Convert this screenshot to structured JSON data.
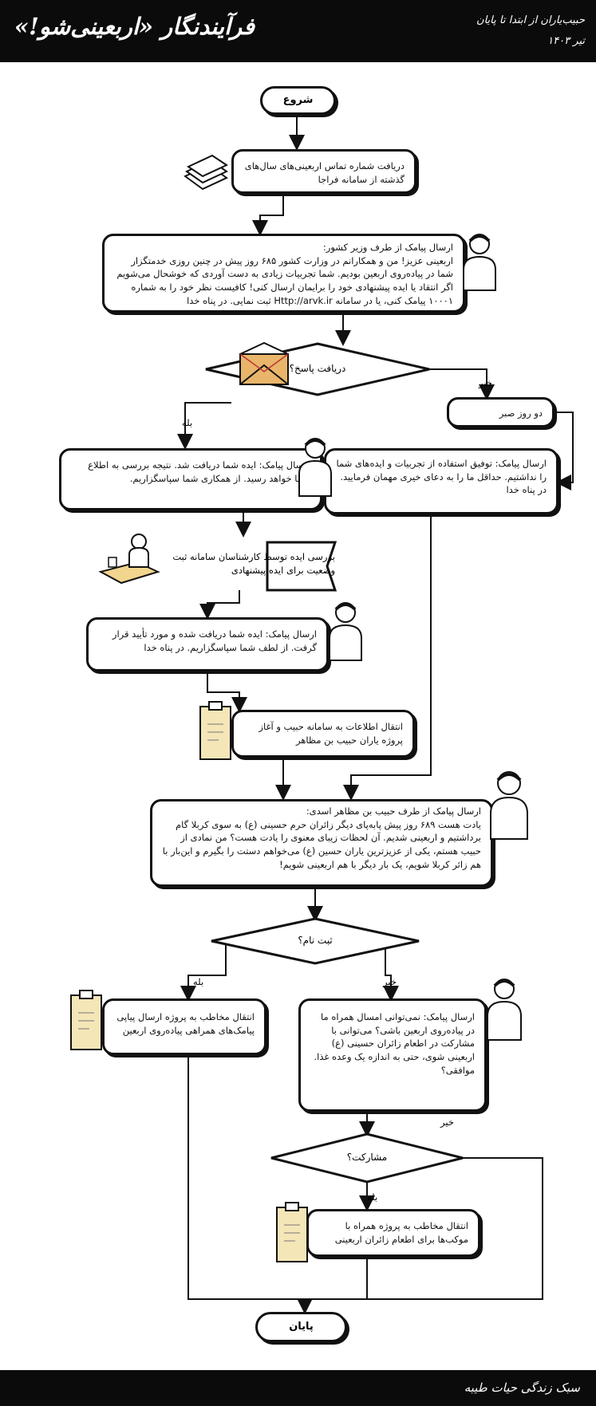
{
  "header": {
    "title": "فرآیندنگار «اربعینی‌شو!»",
    "subtitle": "حبیب‌یاران از ابتدا تا پایان",
    "date": "تیر ۱۴۰۳"
  },
  "footer": {
    "text": "سبک زندگی حیات طیبه"
  },
  "flow": {
    "start": "شروع",
    "step_fetch": "دریافت شماره تماس اربعینی‌های سال‌های گذشته از سامانه فراجا",
    "sms_minister_title": "ارسال پیامک از طرف وزیر کشور:",
    "sms_minister_body": "اربعینی عزیز! من و همکارانم در وزارت کشور ۶۸۵ روز پیش در چنین روزی خدمتگزار شما در پیاده‌روی اربعین بودیم. شما تجربیات زیادی به دست آوردی که خوشحال می‌شویم اگر انتقاد یا ایده پیشنهادی خود را برایمان ارسال کنی! کافیست نظر خود را به شماره ۱۰۰۰۱ پیامک کنی، یا در سامانه Http://arvk.ir ثبت نمایی. در پناه خدا",
    "decision_reply": "دریافت پاسخ؟",
    "label_yes_1": "بله",
    "label_no_1": "خیر",
    "wait": "دو روز صبر",
    "sms_received": "ارسال پیامک: ایده شما دریافت شد. نتیجه بررسی به اطلاع شما خواهد رسید. از همکاری شما سپاسگزاریم.",
    "sms_noidea": "ارسال پیامک: توفیق استفاده از تجربیات و ایده‌های شما را نداشتیم. حداقل ما را به دعای خیری مهمان فرمایید. در پناه خدا",
    "review": "بررسی ایده توسط کارشناسان سامانه ثبت وضعیت برای ایده پیشنهادی",
    "sms_approved": "ارسال پیامک: ایده شما دریافت شده و مورد تأیید قرار گرفت. از لطف شما سپاسگزاریم. در پناه خدا",
    "transfer_habib": "انتقال اطلاعات به سامانه حبیب و آغاز پروژه یاران حبیب بن مظاهر",
    "sms_habib_title": "ارسال پیامک از طرف حبیب بن مظاهر اسدی:",
    "sms_habib_body": "یادت هست ۶۸۹ روز پیش پابه‌پای دیگر زائران حرم حسینی (ع) به سوی کربلا گام برداشتیم و اربعینی شدیم. آن لحظات زیبای معنوی را یادت هست؟ من نمادی از حبیب هستم، یکی از عزیزترین یاران حسین (ع) می‌خواهم دستت را بگیرم و این‌بار با هم زائر کربلا شویم، یک بار دیگر با هم اربعینی شویم!",
    "decision_register": "ثبت نام؟",
    "label_yes_2": "بله",
    "label_no_2": "خیر",
    "transfer_walk": "انتقال مخاطب به پروژه ارسال پیاپی پیامک‌های همراهی پیاده‌روی اربعین",
    "sms_cannot": "ارسال پیامک: نمی‌توانی امسال همراه ما در پیاده‌روی اربعین باشی؟ می‌توانی با مشارکت در اطعام زائران حسینی (ع) اربعینی شوی، حتی به اندازه یک وعده غذا. موافقی؟",
    "decision_participate": "مشارکت؟",
    "label_yes_3": "بله",
    "label_no_3": "خیر",
    "transfer_mawkib": "انتقال مخاطب به پروژه همراه با موکب‌ها برای اطعام زائران اربعینی",
    "end": "پایان"
  },
  "icons": [
    "papers-icon",
    "person-icon",
    "envelope-icon",
    "worker-desk-icon",
    "clipboard-icon"
  ],
  "colors": {
    "bar": "#0b0b0b",
    "stroke": "#111111",
    "envelope": "#e8b56a",
    "desk": "#f2d58e",
    "clipboard": "#f5e6b8"
  }
}
